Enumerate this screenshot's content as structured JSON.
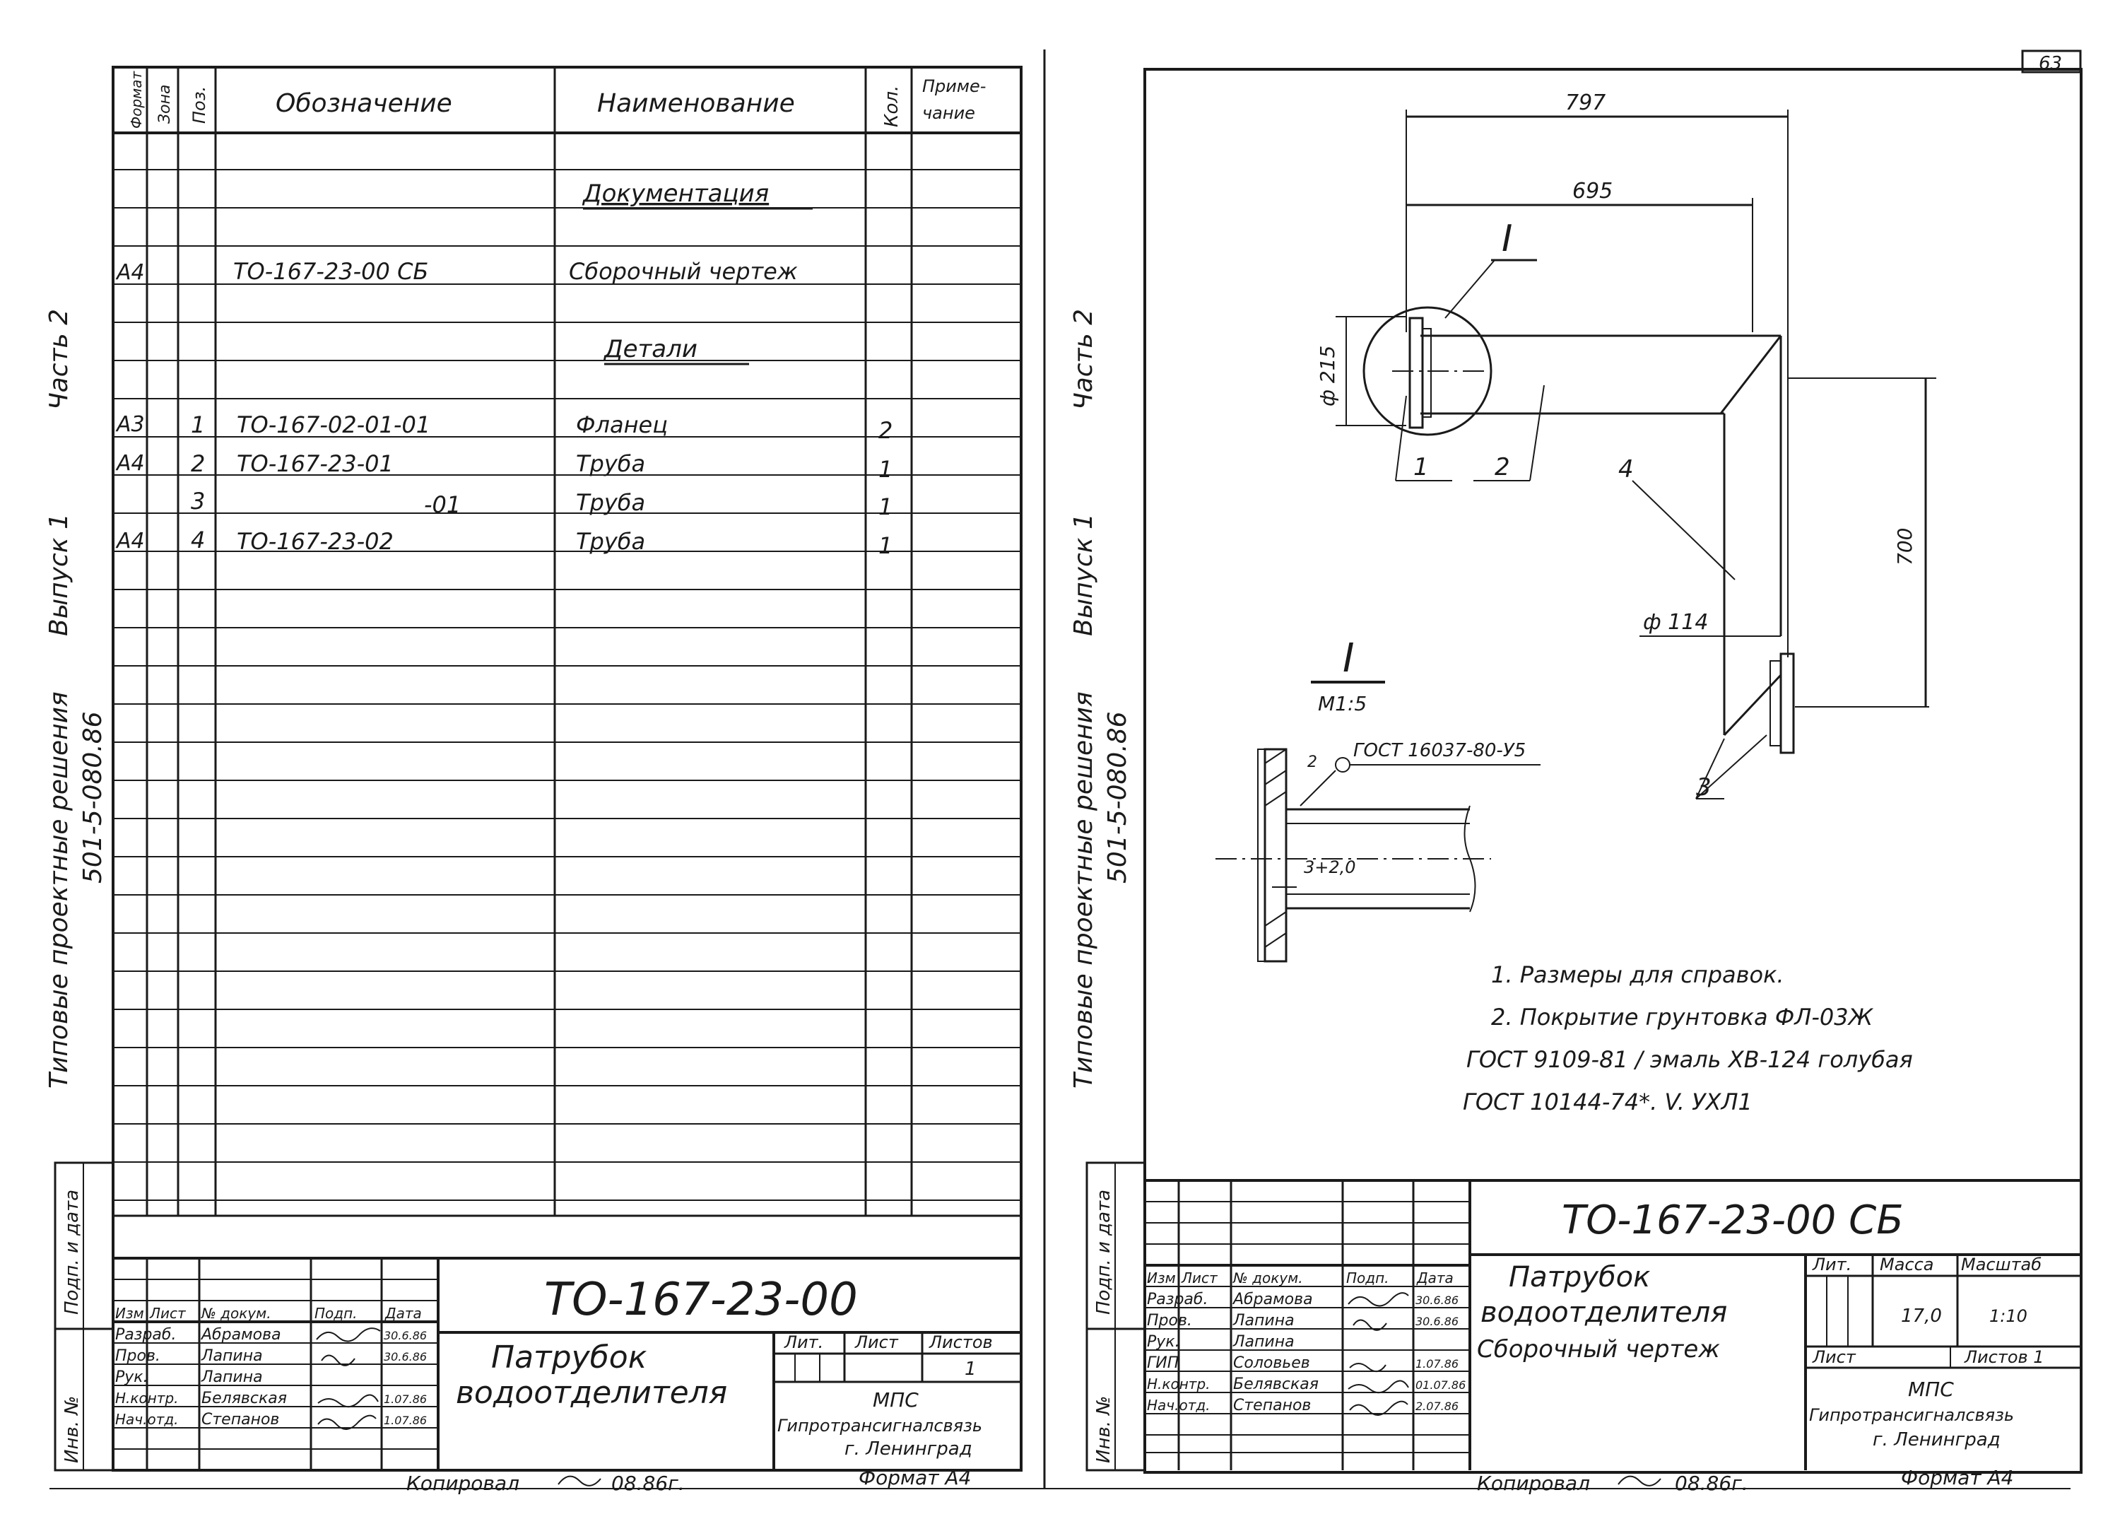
{
  "page_number": "63",
  "side_caption": {
    "line1": "Типовые проектные решения",
    "series": "Выпуск 1",
    "part": "Часть 2",
    "code": "501-5-080.86"
  },
  "left_sheet": {
    "spec_headers": {
      "format": "Формат",
      "zone": "Зона",
      "pos": "Поз.",
      "designation": "Обозначение",
      "name": "Наименование",
      "qty": "Кол.",
      "note_1": "Приме-",
      "note_2": "чание"
    },
    "sections": {
      "documentation": "Документация",
      "details": "Детали"
    },
    "doc_row": {
      "format": "А4",
      "designation": "ТО-167-23-00 СБ",
      "name": "Сборочный чертеж"
    },
    "detail_rows": [
      {
        "format": "А3",
        "pos": "1",
        "designation": "ТО-167-02-01-01",
        "name": "Фланец",
        "qty": "2"
      },
      {
        "format": "А4",
        "pos": "2",
        "designation": "ТО-167-23-01",
        "name": "Труба",
        "qty": "1"
      },
      {
        "format": "",
        "pos": "3",
        "designation": "-01",
        "name": "Труба",
        "qty": "1"
      },
      {
        "format": "А4",
        "pos": "4",
        "designation": "ТО-167-23-02",
        "name": "Труба",
        "qty": "1"
      }
    ],
    "side_stamp_1": "Подп. и дата",
    "side_stamp_2": "Инв. №",
    "title_block": {
      "doc_number": "ТО-167-23-00",
      "title_1": "Патрубок",
      "title_2": "водоотделителя",
      "hdr": {
        "izm": "Изм",
        "list": "Лист",
        "ndoc": "№ докум.",
        "podp": "Подп.",
        "data": "Дата"
      },
      "roles": [
        {
          "role": "Разраб.",
          "name": "Абрамова",
          "date": "30.6.86"
        },
        {
          "role": "Пров.",
          "name": "Лапина",
          "date": "30.6.86"
        },
        {
          "role": "Рук.",
          "name": "Лапина",
          "date": ""
        },
        {
          "role": "Н.контр.",
          "name": "Белявская",
          "date": "1.07.86"
        },
        {
          "role": "Нач.отд.",
          "name": "Степанов",
          "date": "1.07.86"
        }
      ],
      "lit": "Лит.",
      "list": "Лист",
      "listov": "Листов",
      "listov_value": "1",
      "org_1": "МПС",
      "org_2": "Гипротрансигналсвязь",
      "org_3": "г. Ленинград"
    },
    "copied": "Копировал",
    "copied_date": "08.86г.",
    "format": "Формат А4"
  },
  "right_sheet": {
    "dims": {
      "d797": "797",
      "d695": "695",
      "d700": "700",
      "phi215": "ф 215",
      "phi114": "ф 114",
      "view_mark": "I"
    },
    "callouts": [
      "1",
      "2",
      "3",
      "4"
    ],
    "detail_view": {
      "label": "I",
      "scale": "М1:5",
      "weld_gost": "ГОСТ 16037-80-У5",
      "weld_num": "2",
      "gap": "3+2,0"
    },
    "notes": [
      "1. Размеры для справок.",
      "2. Покрытие грунтовка ФЛ-03Ж",
      "ГОСТ 9109-81 / эмаль ХВ-124 голубая",
      "ГОСТ 10144-74*. V. УХЛ1"
    ],
    "side_stamp_1": "Подп. и дата",
    "side_stamp_2": "Инв. №",
    "title_block": {
      "doc_number": "ТО-167-23-00 СБ",
      "title_1": "Патрубок",
      "title_2": "водоотделителя",
      "title_3": "Сборочный чертеж",
      "hdr": {
        "izm": "Изм",
        "list": "Лист",
        "ndoc": "№ докум.",
        "podp": "Подп.",
        "data": "Дата"
      },
      "roles": [
        {
          "role": "Разраб.",
          "name": "Абрамова",
          "date": "30.6.86"
        },
        {
          "role": "Пров.",
          "name": "Лапина",
          "date": "30.6.86"
        },
        {
          "role": "Рук.",
          "name": "Лапина",
          "date": ""
        },
        {
          "role": "ГИП",
          "name": "Соловьев",
          "date": "1.07.86"
        },
        {
          "role": "Н.контр.",
          "name": "Белявская",
          "date": "01.07.86"
        },
        {
          "role": "Нач.отд.",
          "name": "Степанов",
          "date": "2.07.86"
        }
      ],
      "lit": "Лит.",
      "massa": "Масса",
      "masshtab": "Масштаб",
      "massa_value": "17,0",
      "masshtab_value": "1:10",
      "list": "Лист",
      "listov": "Листов 1",
      "org_1": "МПС",
      "org_2": "Гипротрансигналсвязь",
      "org_3": "г. Ленинград"
    },
    "copied": "Копировал",
    "copied_date": "08.86г.",
    "format": "Формат А4"
  }
}
